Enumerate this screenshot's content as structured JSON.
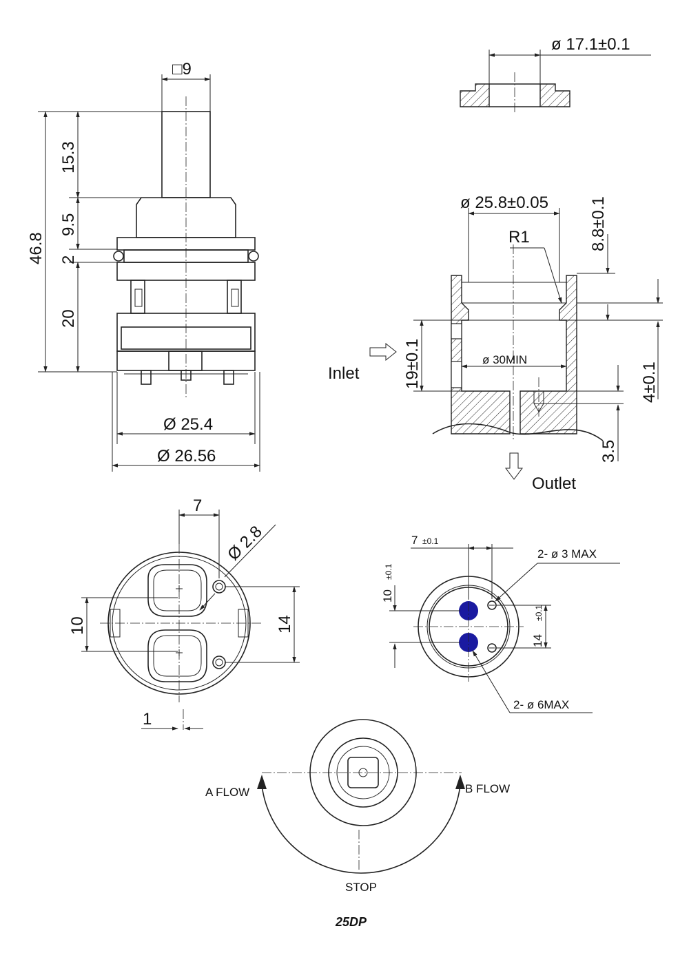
{
  "drawing": {
    "model": "25DP",
    "side_view": {
      "square_stem": "□9",
      "total_height": "46.8",
      "stem_height": "15.3",
      "body_step": "9.5",
      "ring_step": "2",
      "lower_body": "20",
      "inner_diameter": "Ø 25.4",
      "outer_diameter": "Ø 26.56"
    },
    "washer": {
      "diameter": "ø 17.1±0.1"
    },
    "housing": {
      "bore_diameter": "ø 25.8±0.05",
      "radius": "R1",
      "thread_depth": "8.8±0.1",
      "chamber_diameter": "ø 30MIN",
      "chamber_height": "19±0.1",
      "seat_depth": "4±0.1",
      "pin_depth": "3.5",
      "inlet_label": "Inlet",
      "outlet_label": "Outlet"
    },
    "bottom_view": {
      "port_offset": "7",
      "pin_diameter": "Ø 2.8",
      "port_spacing": "10",
      "pin_spacing": "14",
      "pin_offset": "1"
    },
    "seat_view": {
      "offset": "7",
      "offset_tol": "±0.1",
      "hole_spacing": "10",
      "hole_spacing_tol": "±0.1",
      "pin_spacing": "14",
      "pin_spacing_tol": "±0.1",
      "small_holes": "2- ø 3 MAX",
      "large_holes": "2- ø 6MAX",
      "hole_color": "#1a1aa0"
    },
    "rotation_view": {
      "a_flow": "A FLOW",
      "b_flow": "B FLOW",
      "stop": "STOP"
    }
  }
}
